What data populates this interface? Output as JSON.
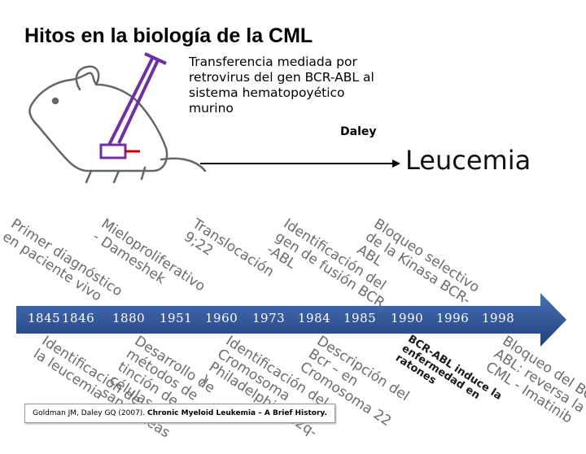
{
  "title": "Hitos en la biología de la CML",
  "transfer_text": "Transferencia mediada por retrovirus del gen BCR-ABL al sistema hematopoyético murino",
  "daley_label": "Daley",
  "leucemia_label": "Leucemia",
  "timeline": {
    "years": [
      "1845",
      "1846",
      "1880",
      "1951",
      "1960",
      "1973",
      "1984",
      "1985",
      "1990",
      "1996",
      "1998"
    ],
    "events_above": [
      {
        "text": "Primer diagnóstico\nen paciente vivo"
      },
      {
        "text": "Mieloproliferativo\n- Dameshek"
      },
      {
        "text": "Translocación\n9;22"
      },
      {
        "text": "Identificación del\ngen de fusión BCR\n-ABL"
      },
      {
        "text": "Bloqueo selectivo\nde la Kinasa BCR-\nABL"
      }
    ],
    "events_below": [
      {
        "text": "Identificación de\nla leucemia"
      },
      {
        "text": "Desarrollo de\nmétodos de\ntinción de\ncélulas\nsanguíneas"
      },
      {
        "text": "Identificación del\nCromosoma\nPhiladelphia (22q-\n)"
      },
      {
        "text": "Descripción del\nBcr – en\nCromosoma 22"
      },
      {
        "text": "BCR-ABL induce la\nenfermedad en\nratones"
      },
      {
        "text": "Bloqueo del BCR-\nABL: reversa la\nCML - Imatinib"
      }
    ]
  },
  "reference": {
    "authors": "Goldman JM, Daley GQ (2007).",
    "work": "Chronic Myeloid Leukemia – A Brief History."
  },
  "colors": {
    "timeline_bar": "#2f5597",
    "timeline_text": "#ffffff",
    "syringe": "#7030a0",
    "rotated_text": "#6b6b6b"
  }
}
